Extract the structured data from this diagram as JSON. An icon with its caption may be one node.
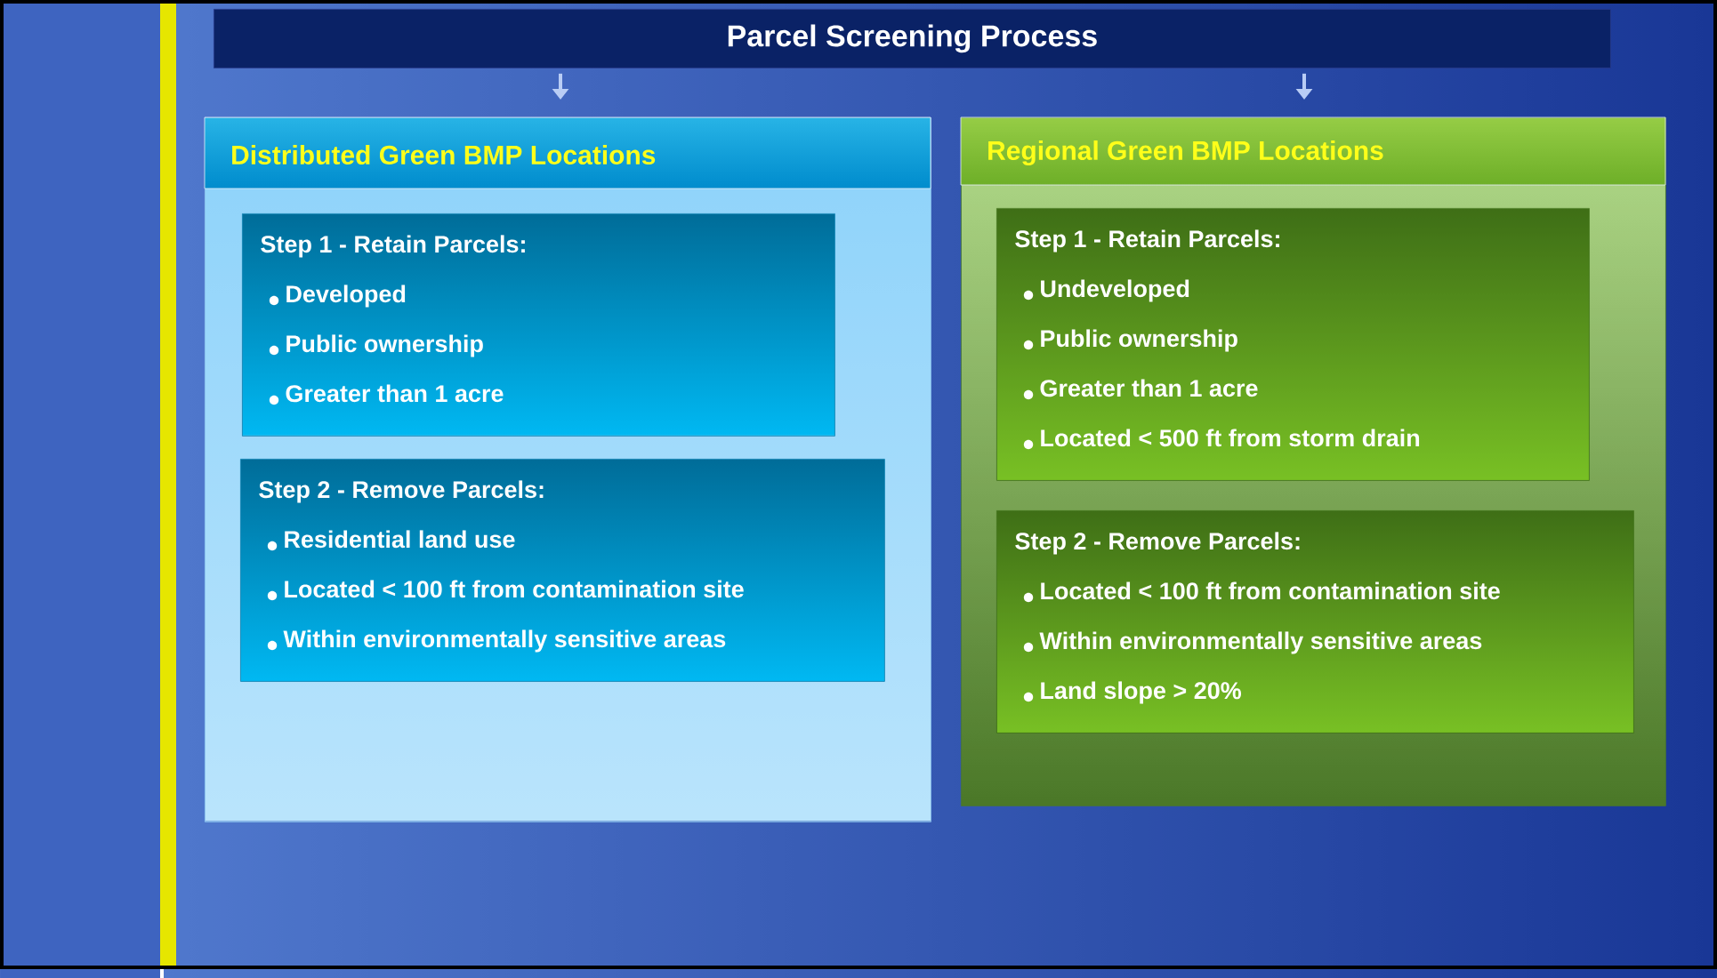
{
  "diagram": {
    "nodes": [
      {
        "text": [
          "Parcel Screening Process"
        ]
      },
      {
        "text": [
          "Distributed Green BMP Locations"
        ]
      },
      {
        "text": [
          "Step 1 - Retain Parcels:",
          "Developed",
          "Public ownership",
          "Greater than 1 acre"
        ],
        "in": 1
      },
      {
        "text": [
          "Step 2 - Remove Parcels:",
          "Residential land use",
          "Located < 100 ft from contamination site",
          "Within environmentally sensitive areas"
        ],
        "in": 1
      },
      {
        "text": [
          "Regional Green BMP Locations"
        ]
      },
      {
        "text": [
          "Step 1 - Retain Parcels:",
          "Undeveloped",
          "Public ownership",
          "Greater than 1 acre",
          "Located < 500 ft from storm drain"
        ],
        "in": 4
      },
      {
        "text": [
          "Step 2 - Remove Parcels:",
          "Located < 100 ft from contamination site",
          "Within environmentally sensitive areas",
          "Land slope > 20%"
        ],
        "in": 4
      }
    ],
    "edges": [
      {
        "from": 0,
        "to": 1,
        "arrow": "to"
      },
      {
        "from": 0,
        "to": 4,
        "arrow": "to"
      }
    ]
  }
}
